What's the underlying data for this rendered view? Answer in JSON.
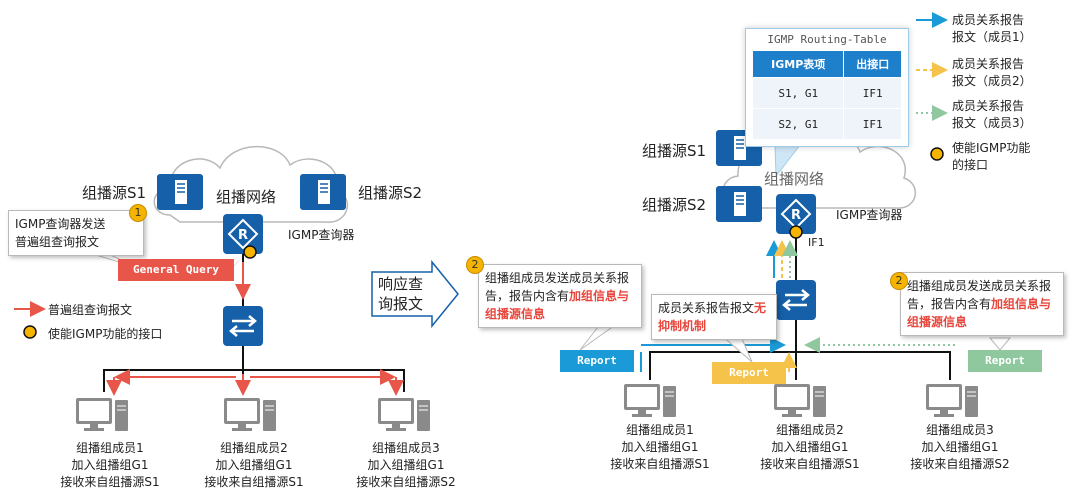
{
  "colors": {
    "query": "#e8564a",
    "member1": "#1a9ad6",
    "member2": "#f5c24a",
    "member3": "#8fc79e",
    "device": "#1560a8",
    "port": "#f4b400"
  },
  "left": {
    "source1": "组播源S1",
    "source2": "组播源S2",
    "network": "组播网络",
    "querier": "IGMP查询器",
    "callout": [
      "IGMP查询器发送",
      "普遍组查询报文"
    ],
    "badge": "1",
    "query_tag": "General Query",
    "legend": [
      {
        "icon": "red-arrow-icon",
        "label": "普遍组查询报文"
      },
      {
        "icon": "yellow-dot-icon",
        "label": "使能IGMP功能的接口"
      }
    ],
    "members": [
      {
        "name": "组播组成员1",
        "group": "加入组播组G1",
        "recv": "接收来自组播源S1"
      },
      {
        "name": "组播组成员2",
        "group": "加入组播组G1",
        "recv": "接收来自组播源S1"
      },
      {
        "name": "组播组成员3",
        "group": "加入组播组G1",
        "recv": "接收来自组播源S2"
      }
    ]
  },
  "middle_arrow": [
    "响应查",
    "询报文"
  ],
  "right": {
    "source1": "组播源S1",
    "source2": "组播源S2",
    "network": "组播网络",
    "querier": "IGMP查询器",
    "interface": "IF1",
    "table": {
      "title": "IGMP Routing-Table",
      "headers": [
        "IGMP表项",
        "出接口"
      ],
      "rows": [
        [
          "S1, G1",
          "IF1"
        ],
        [
          "S2, G1",
          "IF1"
        ]
      ]
    },
    "legend": [
      {
        "icon": "blue-arrow-icon",
        "label": [
          "成员关系报告",
          "报文（成员1）"
        ]
      },
      {
        "icon": "orange-dashed-arrow-icon",
        "label": [
          "成员关系报告",
          "报文（成员2）"
        ]
      },
      {
        "icon": "green-dotted-arrow-icon",
        "label": [
          "成员关系报告",
          "报文（成员3）"
        ]
      },
      {
        "icon": "yellow-dot-icon",
        "label": [
          "使能IGMP功能",
          "的接口"
        ]
      }
    ],
    "callout_left": {
      "badge": "2",
      "text": "组播组成员发送成员关系报告，报告内含有",
      "highlight": "加组信息与组播源信息"
    },
    "callout_mid": {
      "text": "成员关系报告报文",
      "highlight": "无抑制机制"
    },
    "callout_right": {
      "badge": "2",
      "text": "组播组成员发送成员关系报告，报告内含有",
      "highlight": "加组信息与组播源信息"
    },
    "report_tags": [
      "Report",
      "Report",
      "Report"
    ],
    "members": [
      {
        "name": "组播组成员1",
        "group": "加入组播组G1",
        "recv": "接收来自组播源S1"
      },
      {
        "name": "组播组成员2",
        "group": "加入组播组G1",
        "recv": "接收来自组播源S1"
      },
      {
        "name": "组播组成员3",
        "group": "加入组播组G1",
        "recv": "接收来自组播源S2"
      }
    ]
  }
}
